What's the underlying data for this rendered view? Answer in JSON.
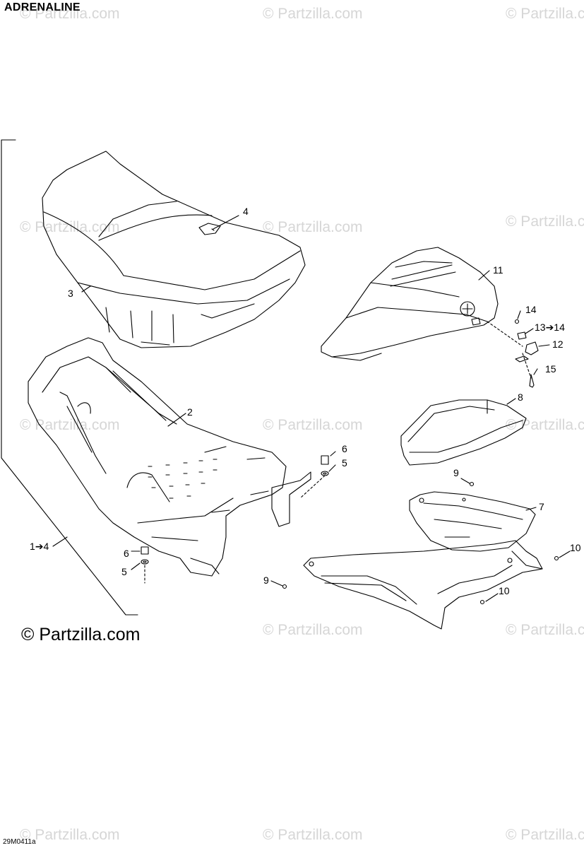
{
  "header": {
    "title": "ADRENALINE"
  },
  "watermark": {
    "text": "© Partzilla.com"
  },
  "footer": {
    "copyright": "© Partzilla.com",
    "figure_code": "29M0411a"
  },
  "callouts": {
    "c1": "1➔4",
    "c2": "2",
    "c3": "3",
    "c4": "4",
    "c5a": "5",
    "c5b": "5",
    "c6a": "6",
    "c6b": "6",
    "c7": "7",
    "c8": "8",
    "c9a": "9",
    "c9b": "9",
    "c10a": "10",
    "c10b": "10",
    "c11": "11",
    "c12": "12",
    "c13": "13➔14",
    "c14": "14",
    "c15": "15"
  }
}
